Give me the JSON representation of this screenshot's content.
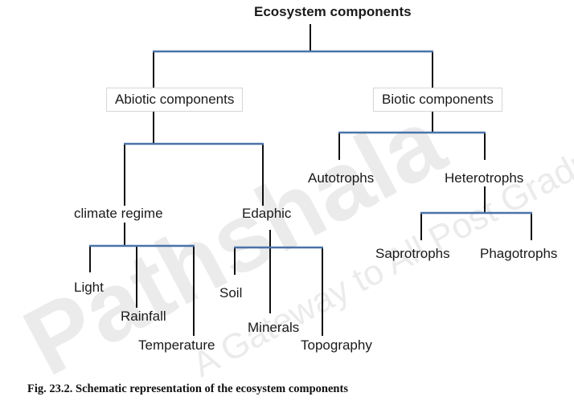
{
  "root": "Ecosystem components",
  "abiotic": "Abiotic components",
  "biotic": "Biotic components",
  "climate": "climate regime",
  "edaphic": "Edaphic",
  "autotrophs": "Autotrophs",
  "heterotrophs": "Heterotrophs",
  "light": "Light",
  "rainfall": "Rainfall",
  "temperature": "Temperature",
  "soil": "Soil",
  "minerals": "Minerals",
  "topography": "Topography",
  "saprotrophs": "Saprotrophs",
  "phagotrophs": "Phagotrophs",
  "caption": "Fig. 23.2. Schematic representation of the ecosystem components",
  "watermark": "Pathshala · पाठशाला · A Gateway to All Post Graduate Courses",
  "colors": {
    "black_line": "#111111",
    "blue_line": "#4a73a8",
    "box_border": "#d6d6d6",
    "watermark": "#e9e9e9"
  }
}
